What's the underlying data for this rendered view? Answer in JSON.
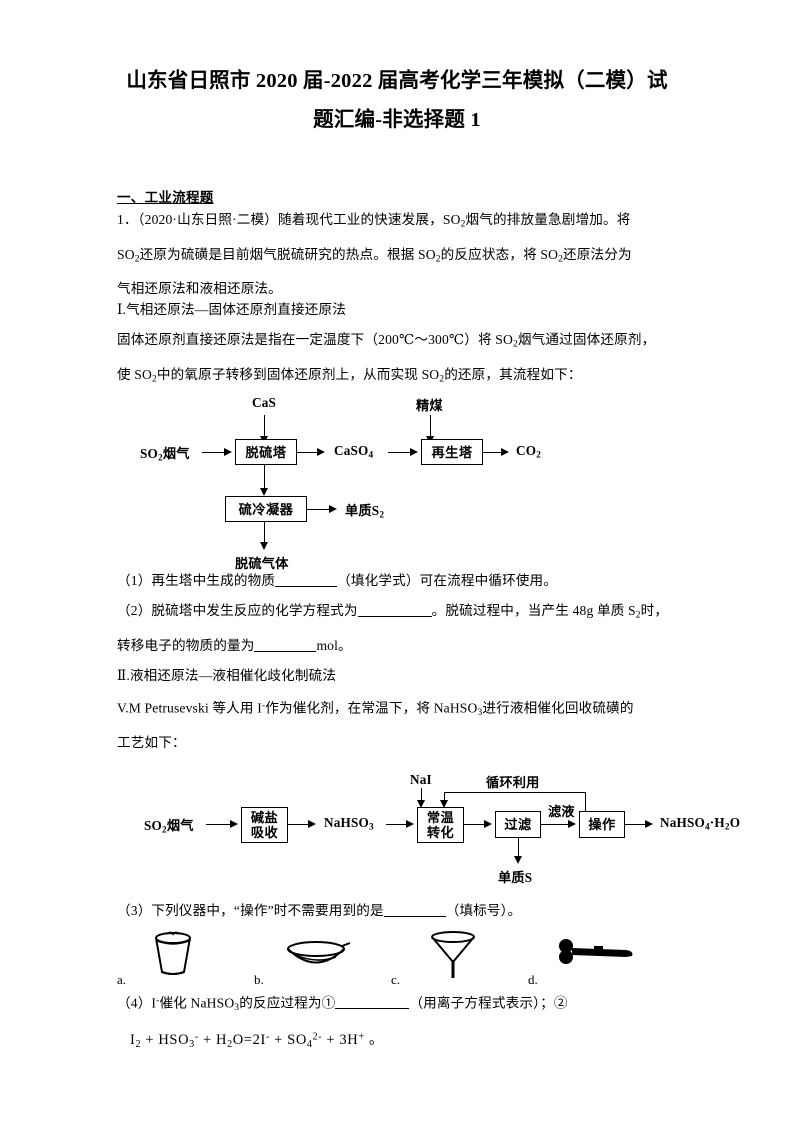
{
  "document": {
    "title_line1": "山东省日照市 2020 届-2022 届高考化学三年模拟（二模）试",
    "title_line2": "题汇编-非选择题 1",
    "section_heading": "一、工业流程题"
  },
  "question1": {
    "stem_line1": "1．（2020·山东日照·二模）随着现代工业的快速发展，SO2 烟气的排放量急剧增加。将",
    "stem_line2": "SO2 还原为硫磺是目前烟气脱硫研究的热点。根据 SO2 的反应状态，将 SO2 还原法分为",
    "stem_line3": "气相还原法和液相还原法。",
    "part1_heading": "Ⅰ.气相还原法—固体还原剂直接还原法",
    "part1_line1": "固体还原剂直接还原法是指在一定温度下（200℃～300℃）将 SO2 烟气通过固体还原剂，",
    "part1_line2": "使 SO2 中的氧原子转移到固体还原剂上，从而实现 SO2 的还原，其流程如下：",
    "part2_heading": "Ⅱ.液相还原法—液相催化歧化制硫法",
    "part2_line1": "V.M Petrusevski 等人用 I- 作为催化剂，在常温下，将 NaHSO3 进行液相催化回收硫磺的",
    "part2_line2": "工艺如下："
  },
  "sub_questions": {
    "q1_a": "（1）再生塔中生成的物质",
    "q1_b": "（填化学式）可在流程中循环使用。",
    "q2_a": "（2）脱硫塔中发生反应的化学方程式为",
    "q2_b": "。脱硫过程中，当产生 48g 单质 S2 时，",
    "q2_c": "转移电子的物质的量为",
    "q2_d": "mol。",
    "q3_a": "（3）下列仪器中，“操作”时不需要用到的是",
    "q3_b": "（填标号）。",
    "q4_a": "（4）I- 催化 NaHSO3 的反应过程为①",
    "q4_b": "（用离子方程式表示）；②",
    "q4_equation": "I2 + HSO3- + H2O = 2I- + SO42- + 3H+ 。"
  },
  "diagram1": {
    "input_left": "SO2烟气",
    "input_top_left": "CaS",
    "input_top_right": "精煤",
    "box_desulfur_tower": "脱硫塔",
    "box_regen_tower": "再生塔",
    "box_sulfur_condenser": "硫冷凝器",
    "product_caso4": "CaSO4",
    "product_co2": "CO2",
    "product_s2": "单质S2",
    "product_gas": "脱硫气体"
  },
  "diagram2": {
    "input_left": "SO2烟气",
    "box_alkali_absorb_line1": "碱盐",
    "box_alkali_absorb_line2": "吸收",
    "intermediate_nahso3": "NaHSO3",
    "input_nai": "NaI",
    "box_convert_line1": "常温",
    "box_convert_line2": "转化",
    "box_filter": "过滤",
    "box_operation": "操作",
    "label_recycle": "循环利用",
    "label_filtrate": "滤液",
    "product_sulfur": "单质S",
    "product_final": "NaHSO4·H2O"
  },
  "apparatus": [
    {
      "label": "a.",
      "icon": "crucible-icon"
    },
    {
      "label": "b.",
      "icon": "evaporating-dish-icon"
    },
    {
      "label": "c.",
      "icon": "funnel-icon"
    },
    {
      "label": "d.",
      "icon": "burner-icon"
    }
  ],
  "colors": {
    "text": "#000000",
    "background": "#ffffff",
    "rule": "#000000"
  }
}
